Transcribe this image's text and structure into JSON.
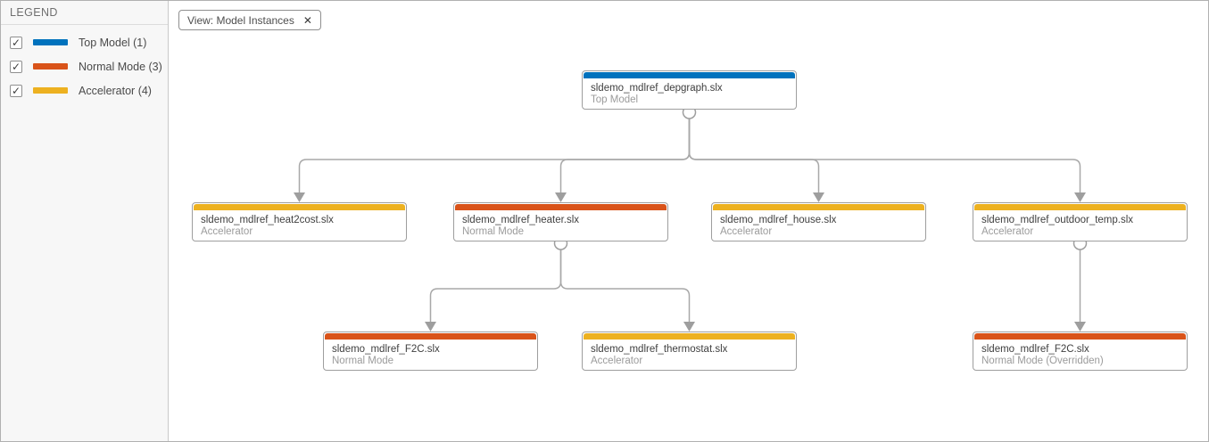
{
  "legend": {
    "title": "LEGEND",
    "items": [
      {
        "label": "Top Model (1)",
        "checked": true,
        "color": "#0072BD"
      },
      {
        "label": "Normal Mode (3)",
        "checked": true,
        "color": "#D95319"
      },
      {
        "label": "Accelerator (4)",
        "checked": true,
        "color": "#EDB120"
      }
    ]
  },
  "toolbar": {
    "view_filter_label": "View: Model Instances"
  },
  "icons": {
    "checkbox_check": "✓",
    "close": "✕"
  },
  "colors": {
    "top_model": "#0072BD",
    "normal_mode": "#D95319",
    "accelerator": "#EDB120",
    "edge": "#a8a8a8",
    "node_border": "#9e9e9e"
  },
  "graph": {
    "nodes": [
      {
        "file": "sldemo_mdlref_depgraph.slx",
        "mode": "Top Model",
        "type": "top_model",
        "color": "#0072BD"
      },
      {
        "file": "sldemo_mdlref_heat2cost.slx",
        "mode": "Accelerator",
        "type": "accelerator",
        "color": "#EDB120"
      },
      {
        "file": "sldemo_mdlref_heater.slx",
        "mode": "Normal Mode",
        "type": "normal_mode",
        "color": "#D95319"
      },
      {
        "file": "sldemo_mdlref_house.slx",
        "mode": "Accelerator",
        "type": "accelerator",
        "color": "#EDB120"
      },
      {
        "file": "sldemo_mdlref_outdoor_temp.slx",
        "mode": "Accelerator",
        "type": "accelerator",
        "color": "#EDB120"
      },
      {
        "file": "sldemo_mdlref_F2C.slx",
        "mode": "Normal Mode",
        "type": "normal_mode",
        "color": "#D95319"
      },
      {
        "file": "sldemo_mdlref_thermostat.slx",
        "mode": "Accelerator",
        "type": "accelerator",
        "color": "#EDB120"
      },
      {
        "file": "sldemo_mdlref_F2C.slx",
        "mode": "Normal Mode (Overridden)",
        "type": "normal_mode",
        "color": "#D95319"
      }
    ],
    "edges": [
      {
        "from": "sldemo_mdlref_depgraph.slx",
        "to": "sldemo_mdlref_heat2cost.slx"
      },
      {
        "from": "sldemo_mdlref_depgraph.slx",
        "to": "sldemo_mdlref_heater.slx"
      },
      {
        "from": "sldemo_mdlref_depgraph.slx",
        "to": "sldemo_mdlref_house.slx"
      },
      {
        "from": "sldemo_mdlref_depgraph.slx",
        "to": "sldemo_mdlref_outdoor_temp.slx"
      },
      {
        "from": "sldemo_mdlref_heater.slx",
        "to": "sldemo_mdlref_F2C.slx"
      },
      {
        "from": "sldemo_mdlref_heater.slx",
        "to": "sldemo_mdlref_thermostat.slx"
      },
      {
        "from": "sldemo_mdlref_outdoor_temp.slx",
        "to": "sldemo_mdlref_F2C.slx (Overridden)"
      }
    ]
  }
}
